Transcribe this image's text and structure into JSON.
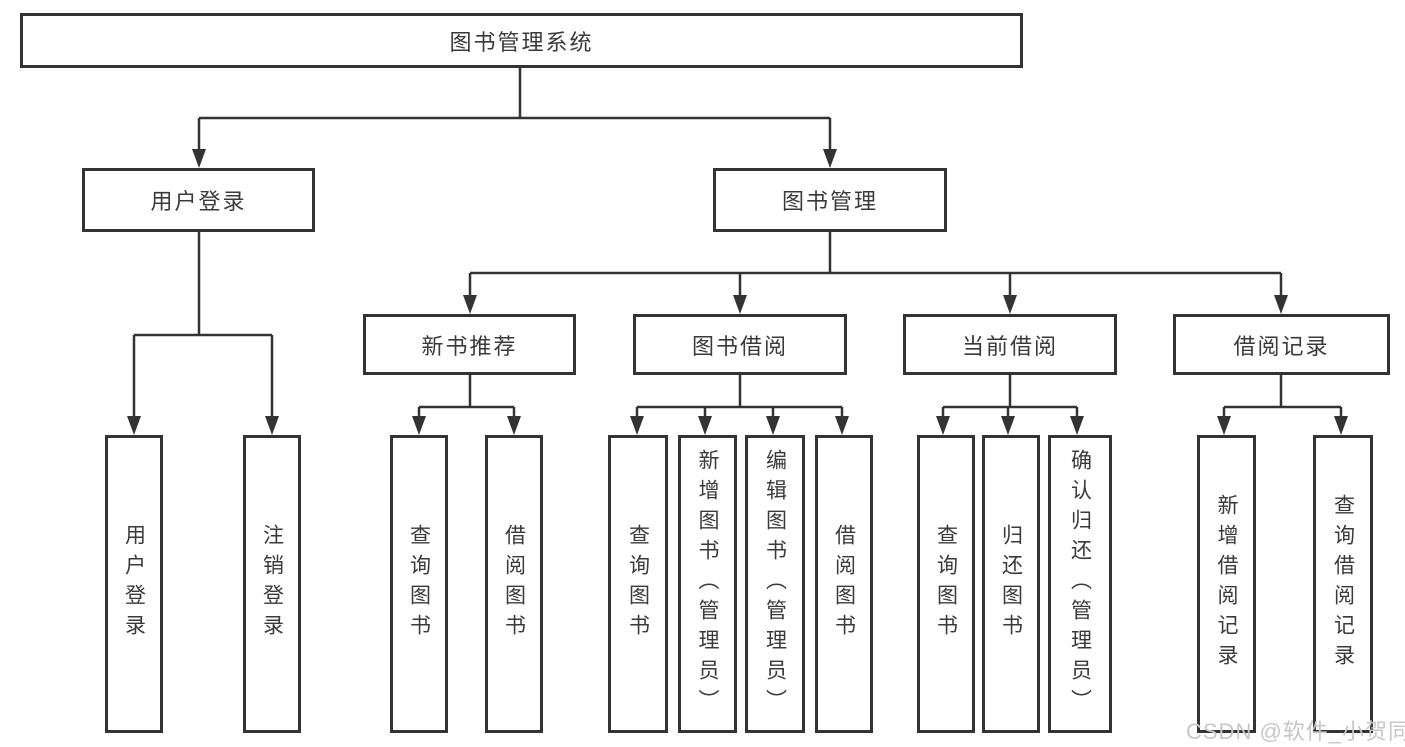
{
  "tree": {
    "label": "图书管理系统",
    "children": [
      {
        "label": "用户登录",
        "children": [
          {
            "label": "用户登录"
          },
          {
            "label": "注销登录"
          }
        ]
      },
      {
        "label": "图书管理",
        "children": [
          {
            "label": "新书推荐",
            "children": [
              {
                "label": "查询图书"
              },
              {
                "label": "借阅图书"
              }
            ]
          },
          {
            "label": "图书借阅",
            "children": [
              {
                "label": "查询图书"
              },
              {
                "label": "新增图书（管理员）"
              },
              {
                "label": "编辑图书（管理员）"
              },
              {
                "label": "借阅图书"
              }
            ]
          },
          {
            "label": "当前借阅",
            "children": [
              {
                "label": "查询图书"
              },
              {
                "label": "归还图书"
              },
              {
                "label": "确认归还（管理员）"
              }
            ]
          },
          {
            "label": "借阅记录",
            "children": [
              {
                "label": "新增借阅记录"
              },
              {
                "label": "查询借阅记录"
              }
            ]
          }
        ]
      }
    ]
  },
  "watermark": {
    "text": "CSDN @软件_小贺同学"
  },
  "colors": {
    "line": "#333333",
    "box_border": "#333333",
    "text": "#3a3a3a",
    "watermark": "#c7c7c7",
    "background": "#ffffff"
  }
}
